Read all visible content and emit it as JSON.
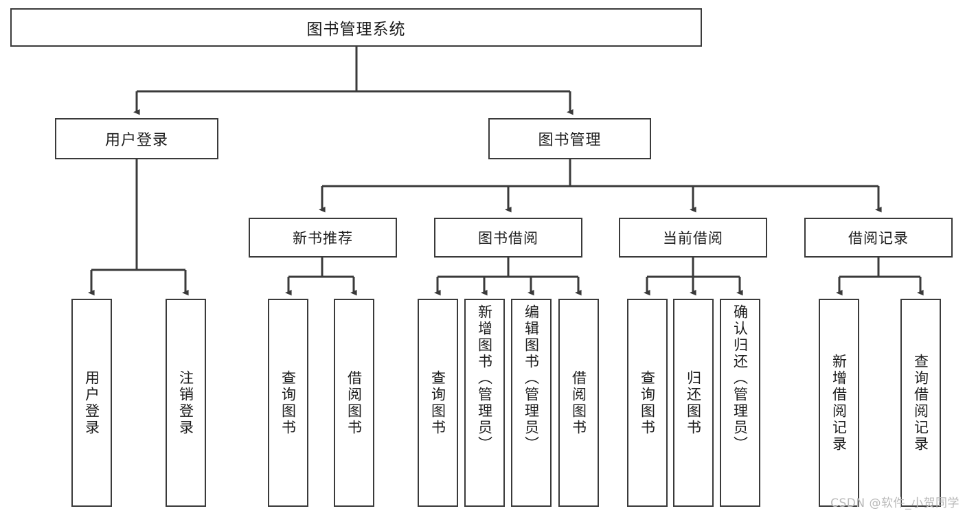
{
  "diagram": {
    "kind": "functional-structure-tree",
    "title": "图书管理系统",
    "background_color": "#ffffff",
    "border_color": "#3a3a3a",
    "text_color": "#1c1c1c",
    "watermark": "CSDN @软件_小贺同学",
    "watermark_color": "#b9b9b9"
  },
  "root": {
    "label": "图书管理系统"
  },
  "level1": [
    {
      "label": "用户登录"
    },
    {
      "label": "图书管理"
    }
  ],
  "level2": [
    {
      "label": "新书推荐"
    },
    {
      "label": "图书借阅"
    },
    {
      "label": "当前借阅"
    },
    {
      "label": "借阅记录"
    }
  ],
  "leaves": {
    "user_login": [
      {
        "label": "用户登录"
      },
      {
        "label": "注销登录"
      }
    ],
    "new_book_recommend": [
      {
        "label": "查询图书"
      },
      {
        "label": "借阅图书"
      }
    ],
    "book_borrow": [
      {
        "label": "查询图书"
      },
      {
        "label": "新增图书（管理员）"
      },
      {
        "label": "编辑图书（管理员）"
      },
      {
        "label": "借阅图书"
      }
    ],
    "current_borrow": [
      {
        "label": "查询图书"
      },
      {
        "label": "归还图书"
      },
      {
        "label": "确认归还（管理员）"
      }
    ],
    "borrow_record": [
      {
        "label": "新增借阅记录"
      },
      {
        "label": "查询借阅记录"
      }
    ]
  }
}
